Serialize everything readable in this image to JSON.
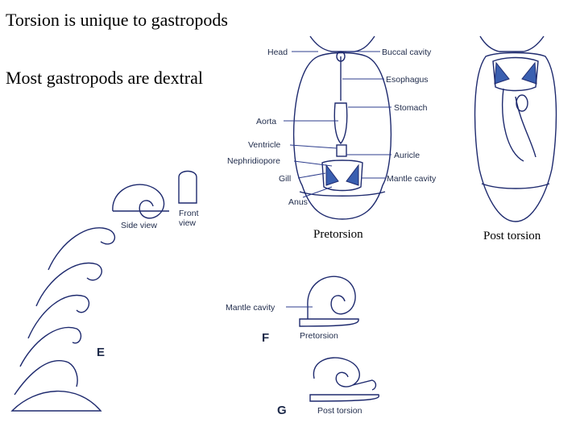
{
  "slide": {
    "title_line1": "Torsion is unique to gastropods",
    "title_line2": "Most gastropods are dextral"
  },
  "figure_pre": {
    "labels": {
      "head": "Head",
      "buccal_cavity": "Buccal cavity",
      "esophagus": "Esophagus",
      "stomach": "Stomach",
      "aorta": "Aorta",
      "ventricle": "Ventricle",
      "auricle": "Auricle",
      "nephridiopore": "Nephridiopore",
      "gill": "Gill",
      "mantle_cavity": "Mantle cavity",
      "anus": "Anus"
    },
    "caption": "Pretorsion"
  },
  "figure_post": {
    "caption": "Post torsion"
  },
  "shell_series": {
    "side_view": "Side view",
    "front_view_line1": "Front",
    "front_view_line2": "view",
    "letter": "E"
  },
  "snail_f": {
    "mantle_cavity": "Mantle cavity",
    "letter": "F",
    "caption": "Pretorsion"
  },
  "snail_g": {
    "letter": "G",
    "caption": "Post torsion"
  },
  "colors": {
    "line": "#1e2a6e",
    "gill_blue": "#3a5fb0"
  }
}
